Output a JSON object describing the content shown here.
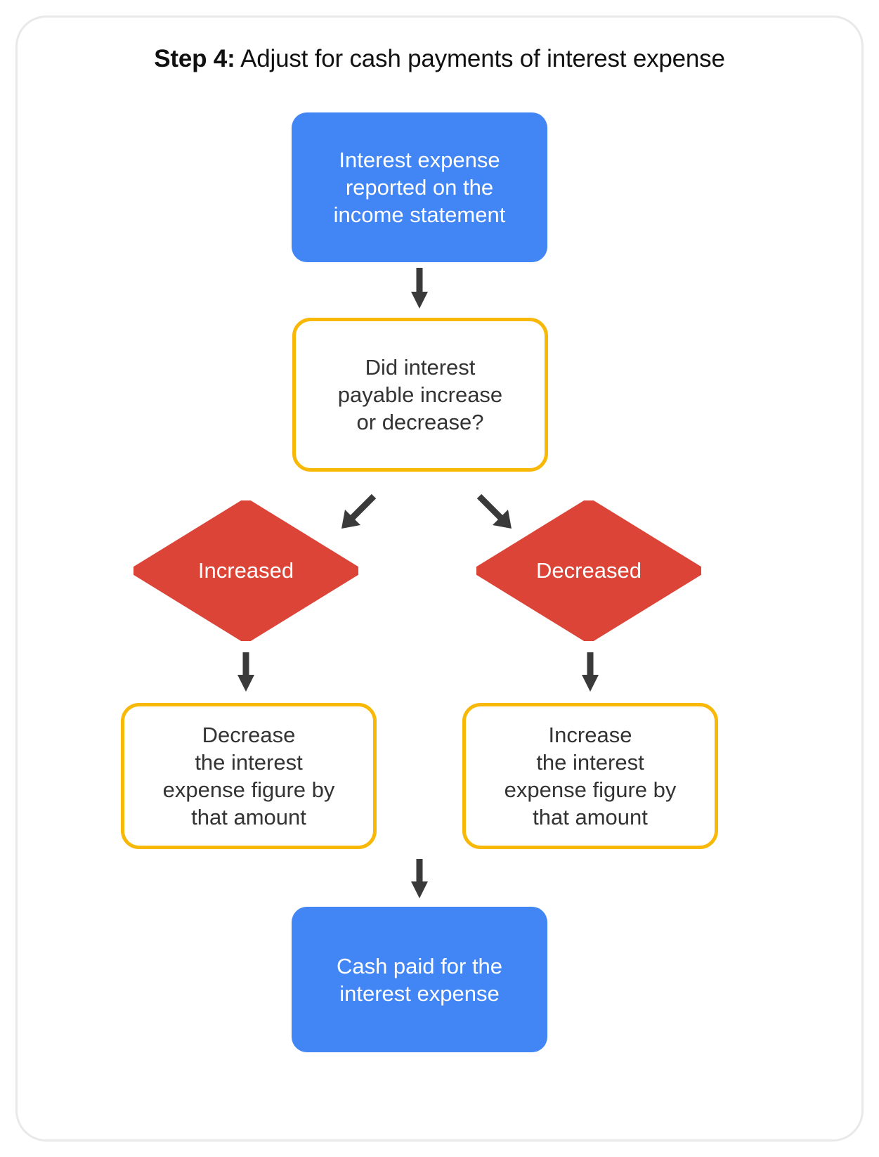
{
  "title": {
    "bold_prefix": "Step 4:",
    "rest": " Adjust for cash payments of interest expense"
  },
  "colors": {
    "blue": "#4285F4",
    "yellow": "#F8B807",
    "red": "#DB4437",
    "text_dark": "#333333",
    "text_light": "#FFFFFF",
    "arrow": "#3A3A3A",
    "card_border": "#E9E9E9"
  },
  "chart_data": {
    "type": "flowchart",
    "title": "Step 4: Adjust for cash payments of interest expense",
    "nodes": [
      {
        "id": "interest-expense",
        "label": "Interest expense\nreported on the\nincome statement",
        "shape": "rounded-rect",
        "style": "blue-filled"
      },
      {
        "id": "question",
        "label": "Did interest\npayable increase\nor decrease?",
        "shape": "rounded-rect",
        "style": "yellow-outline"
      },
      {
        "id": "increased",
        "label": "Increased",
        "shape": "diamond",
        "style": "red-filled"
      },
      {
        "id": "decreased",
        "label": "Decreased",
        "shape": "diamond",
        "style": "red-filled"
      },
      {
        "id": "decrease-figure",
        "label": "Decrease\nthe interest\nexpense figure by\nthat amount",
        "shape": "rounded-rect",
        "style": "yellow-outline"
      },
      {
        "id": "increase-figure",
        "label": "Increase\nthe interest\nexpense figure by\nthat amount",
        "shape": "rounded-rect",
        "style": "yellow-outline"
      },
      {
        "id": "cash-paid",
        "label": "Cash paid for the\ninterest expense",
        "shape": "rounded-rect",
        "style": "blue-filled"
      }
    ],
    "edges": [
      {
        "from": "interest-expense",
        "to": "question",
        "direction": "down"
      },
      {
        "from": "question",
        "to": "increased",
        "direction": "down-left"
      },
      {
        "from": "question",
        "to": "decreased",
        "direction": "down-right"
      },
      {
        "from": "increased",
        "to": "decrease-figure",
        "direction": "down"
      },
      {
        "from": "decreased",
        "to": "increase-figure",
        "direction": "down"
      },
      {
        "from": "decrease-figure",
        "to": "cash-paid",
        "direction": "down"
      }
    ]
  },
  "nodes": {
    "interest_expense": "Interest expense\nreported on the\nincome statement",
    "question": "Did interest\npayable increase\nor decrease?",
    "increased": "Increased",
    "decreased": "Decreased",
    "decrease_figure": "Decrease\nthe interest\nexpense figure by\nthat amount",
    "increase_figure": "Increase\nthe interest\nexpense figure by\nthat amount",
    "cash_paid": "Cash paid for the\ninterest expense"
  }
}
